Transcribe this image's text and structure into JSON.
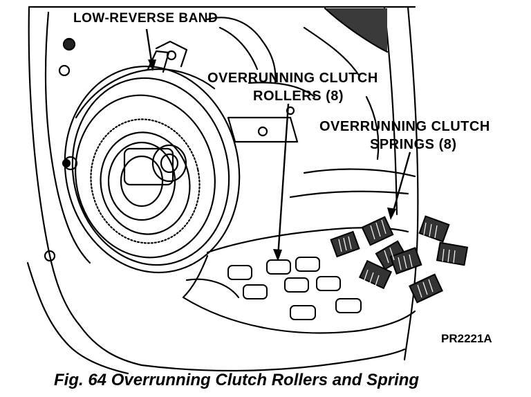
{
  "labels": {
    "low_reverse_band": "LOW-REVERSE BAND",
    "overrunning_clutch_rollers_line1": "OVERRUNNING CLUTCH",
    "overrunning_clutch_rollers_line2": "ROLLERS (8)",
    "overrunning_clutch_springs_line1": "OVERRUNNING CLUTCH",
    "overrunning_clutch_springs_line2": "SPRINGS (8)"
  },
  "figure_id": "PR2221A",
  "caption": "Fig. 64 Overrunning Clutch Rollers and Spring"
}
